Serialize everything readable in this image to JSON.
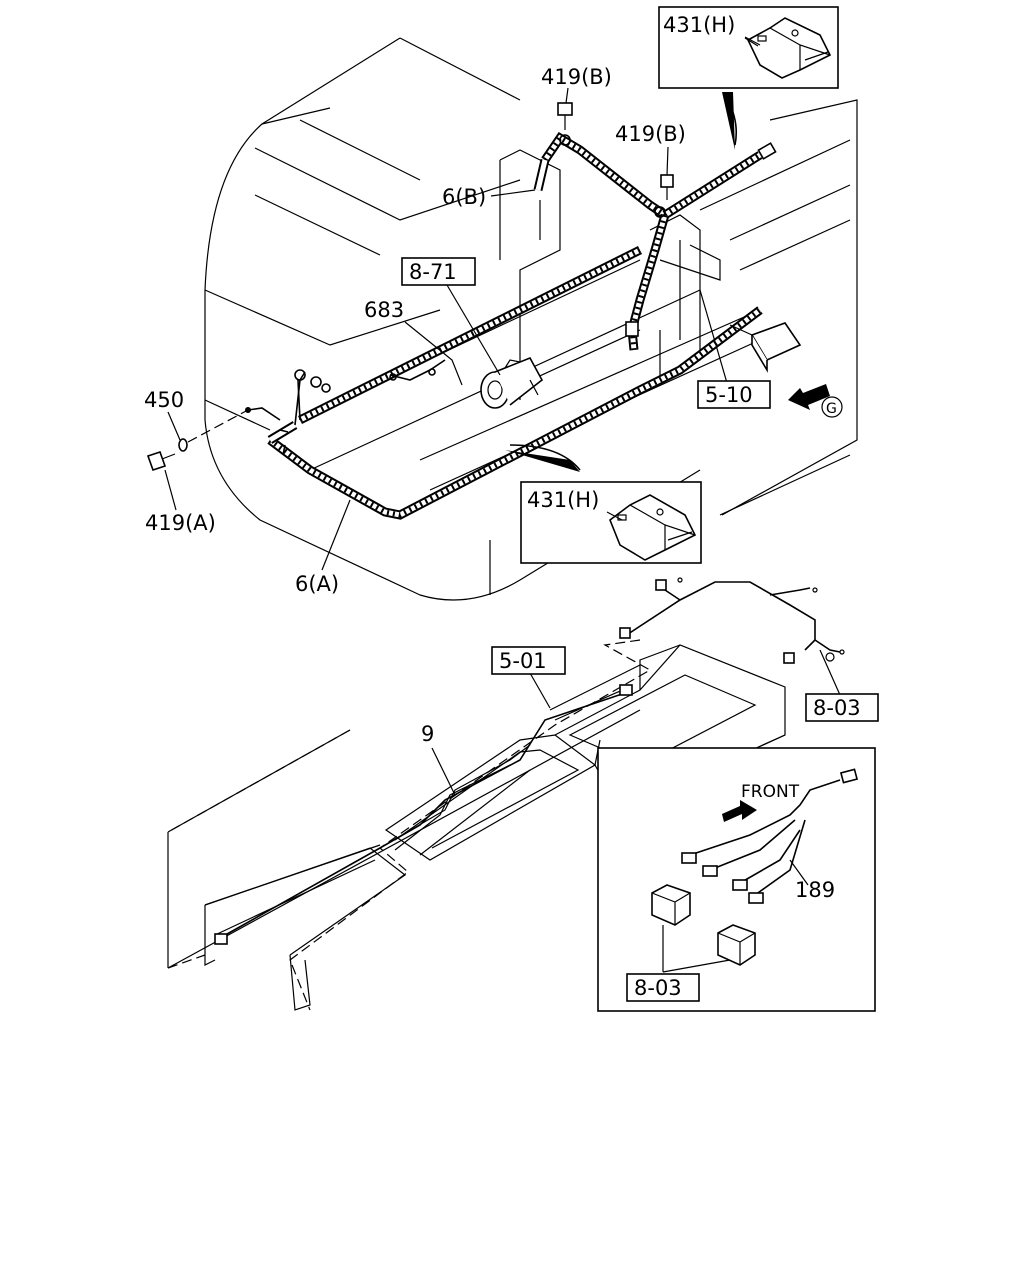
{
  "callouts": {
    "c431h_top": "431(H)",
    "c419b_1": "419(B)",
    "c419b_2": "419(B)",
    "c6b": "6(B)",
    "c8_71": "8-71",
    "c683": "683",
    "c450": "450",
    "c419a": "419(A)",
    "c6a": "6(A)",
    "c431h_mid": "431(H)",
    "c5_10": "5-10",
    "view_g": "G",
    "c5_01": "5-01",
    "c9": "9",
    "c8_03_right": "8-03",
    "front": "FRONT",
    "c189": "189",
    "c8_03_bottom": "8-03"
  }
}
